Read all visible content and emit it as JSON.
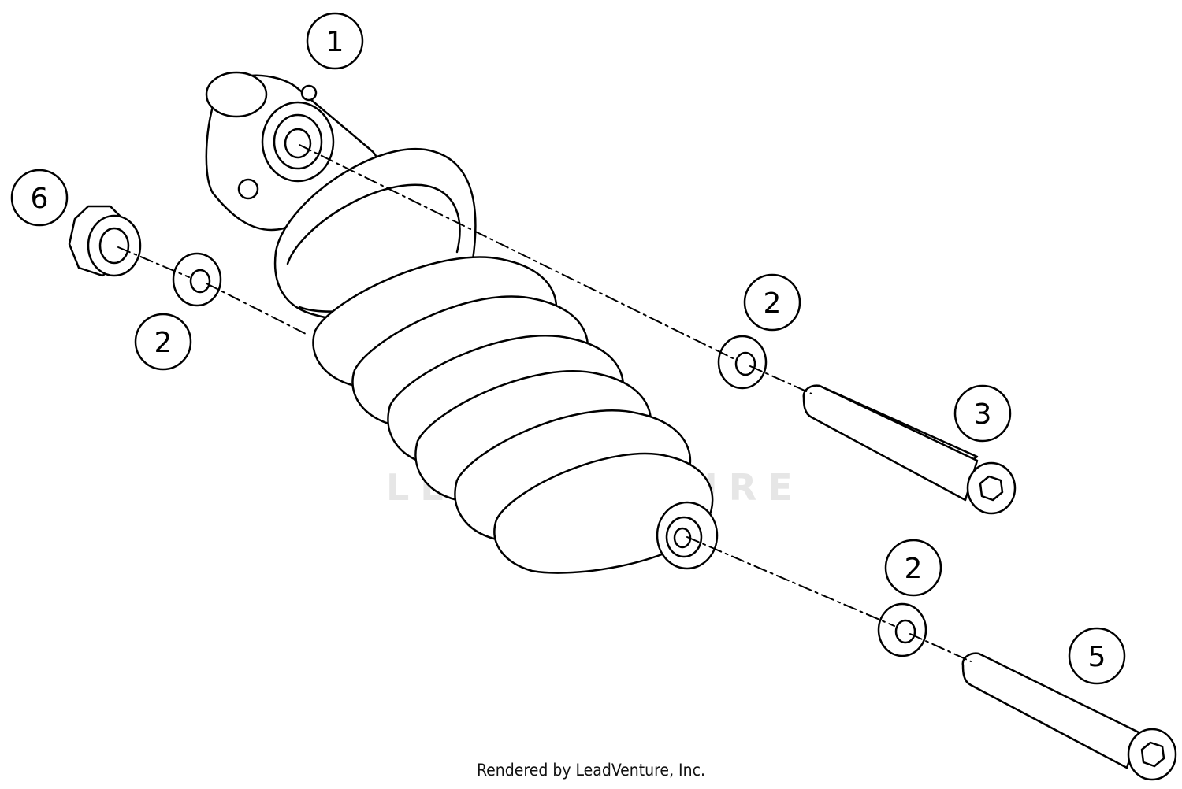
{
  "watermark": "LEADVENTURE",
  "footer": "Rendered by LeadVenture, Inc.",
  "callouts": [
    {
      "id": "c1",
      "label": "1"
    },
    {
      "id": "c2a",
      "label": "2"
    },
    {
      "id": "c2b",
      "label": "2"
    },
    {
      "id": "c2c",
      "label": "2"
    },
    {
      "id": "c3",
      "label": "3"
    },
    {
      "id": "c5",
      "label": "5"
    },
    {
      "id": "c6",
      "label": "6"
    }
  ]
}
